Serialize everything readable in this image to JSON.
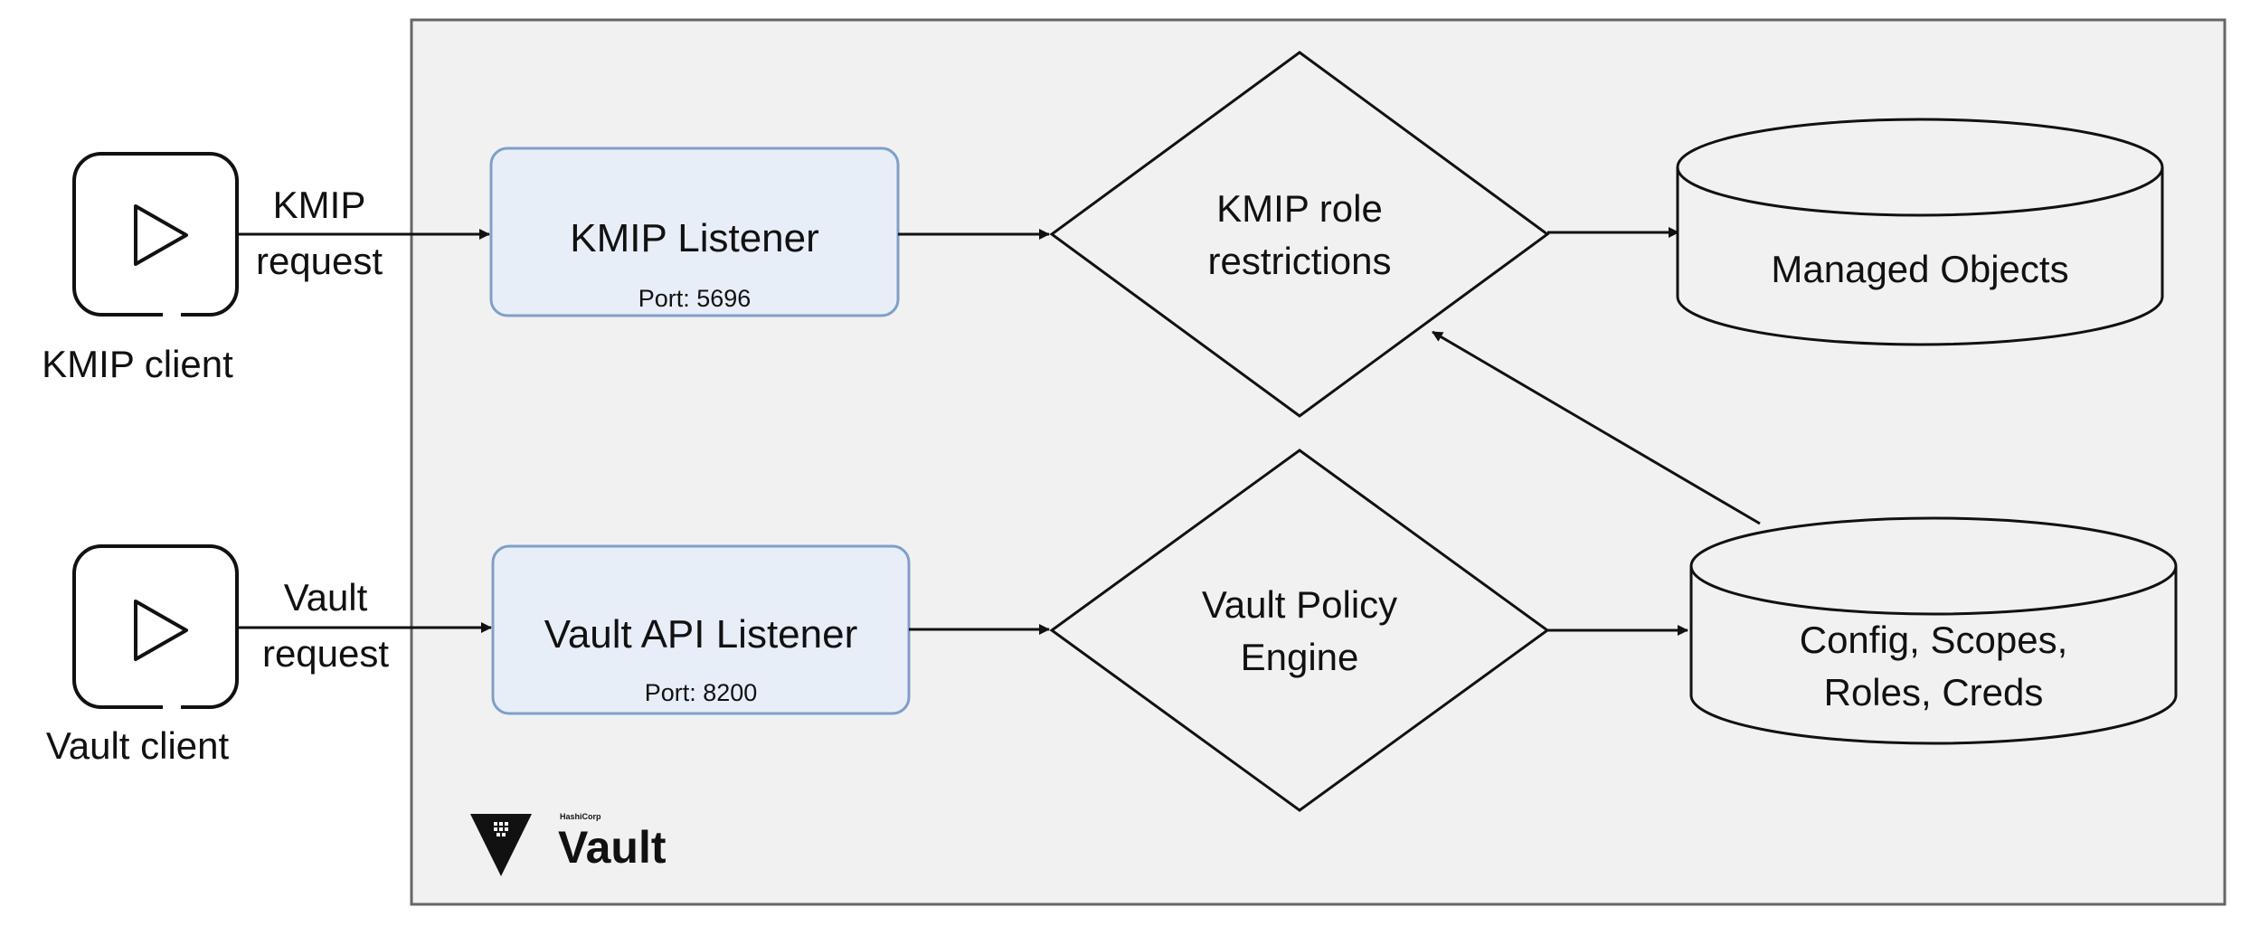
{
  "kmip_client": {
    "label": "KMIP client"
  },
  "kmip_request": {
    "line1": "KMIP",
    "line2": "request"
  },
  "kmip_listener": {
    "title": "KMIP Listener",
    "port": "Port: 5696"
  },
  "kmip_role": {
    "line1": "KMIP role",
    "line2": "restrictions"
  },
  "managed_objects": {
    "label": "Managed Objects"
  },
  "vault_client": {
    "label": "Vault client"
  },
  "vault_request": {
    "line1": "Vault",
    "line2": "request"
  },
  "vault_listener": {
    "title": "Vault API Listener",
    "port": "Port: 8200"
  },
  "policy_engine": {
    "line1": "Vault Policy",
    "line2": "Engine"
  },
  "config_store": {
    "line1": "Config, Scopes,",
    "line2": "Roles, Creds"
  },
  "logo": {
    "brand": "HashiCorp",
    "product": "Vault"
  },
  "colors": {
    "container_fill": "#f1f1f1",
    "listener_fill": "#e8eef8",
    "listener_stroke": "#7f9fc9",
    "stroke": "#111111"
  }
}
